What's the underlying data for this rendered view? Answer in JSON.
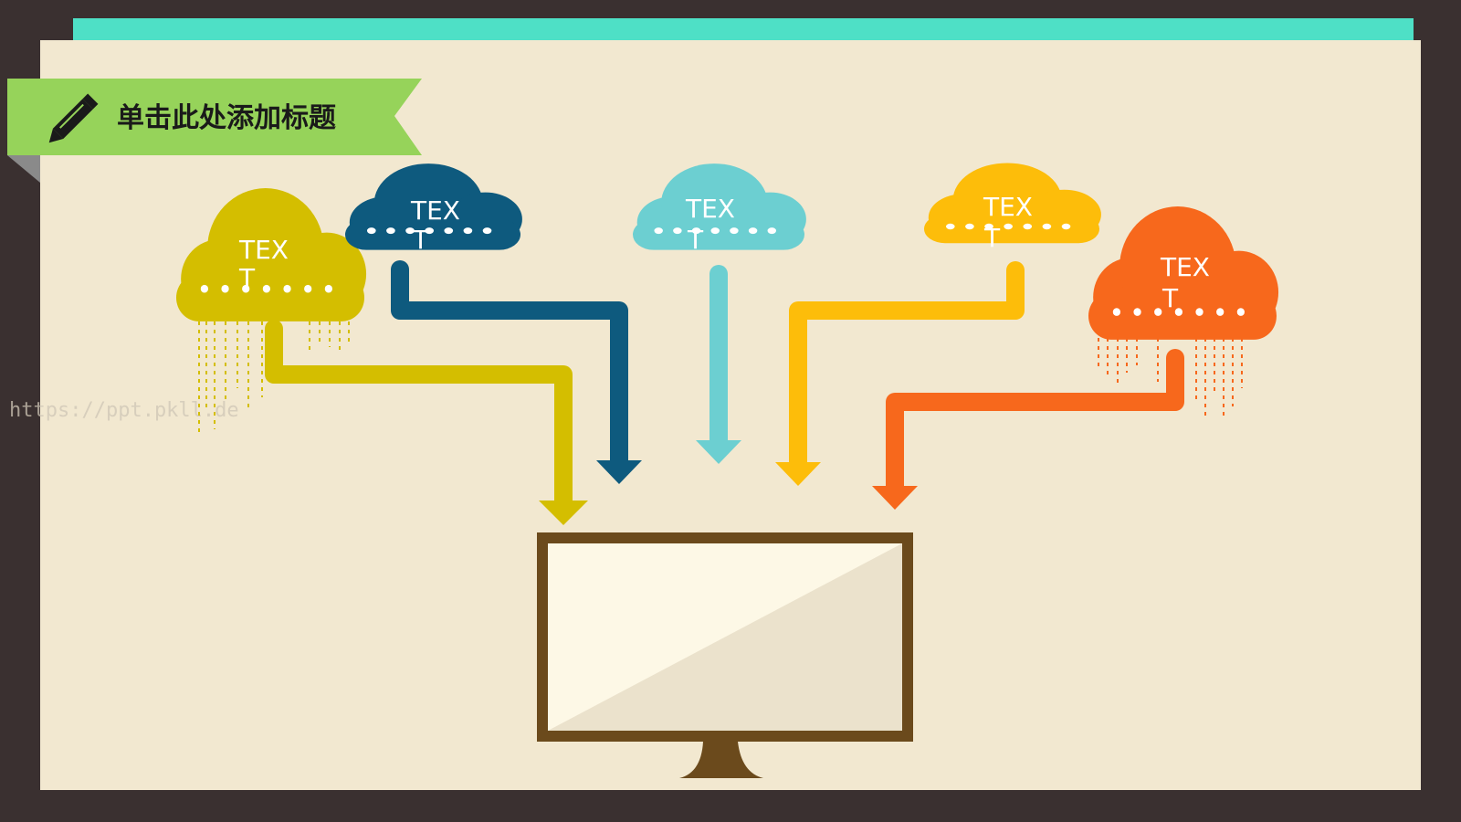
{
  "slide": {
    "title": "单击此处添加标题",
    "watermark": "https://ppt.pkll.de"
  },
  "clouds": [
    {
      "id": "yellow-green",
      "label_line1": "TEX",
      "label_line2": "T",
      "color": "#d4be00"
    },
    {
      "id": "navy",
      "label_line1": "TEX",
      "label_line2": "T",
      "color": "#0e5a7e"
    },
    {
      "id": "light-blue",
      "label_line1": "TEX",
      "label_line2": "T",
      "color": "#6ccfd1"
    },
    {
      "id": "gold",
      "label_line1": "TEX",
      "label_line2": "T",
      "color": "#fdbd0a"
    },
    {
      "id": "orange",
      "label_line1": "TEX",
      "label_line2": "T",
      "color": "#f7681c"
    }
  ],
  "colors": {
    "background": "#3a3030",
    "paper": "#f2e8d0",
    "title_banner": "#96d35a",
    "top_strip": "#4ee0c6",
    "monitor_frame": "#6b4a1c",
    "monitor_screen_light": "#fdf8e6",
    "monitor_screen_shade": "#ebe2cc"
  },
  "icons": {
    "title": "pencil-icon",
    "center": "monitor-icon"
  }
}
